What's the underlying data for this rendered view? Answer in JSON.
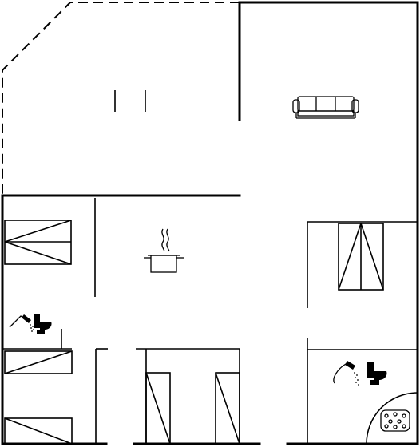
{
  "plan": {
    "background": "#ffffff",
    "line_color": "#000000",
    "rooms": [
      {
        "id": "living-area",
        "icon": "sofa-icon"
      },
      {
        "id": "kitchen",
        "icon": "cooking-pot-icon"
      },
      {
        "id": "toilet-left",
        "icons": [
          "shower-icon",
          "toilet-icon"
        ]
      },
      {
        "id": "bathroom-right",
        "icons": [
          "shower-icon",
          "toilet-icon",
          "whirlpool-tub-icon"
        ]
      },
      {
        "id": "bedroom-top-left",
        "icon": "double-bed-icon"
      },
      {
        "id": "bedroom-top-right",
        "icon": "double-bed-icon"
      },
      {
        "id": "bedroom-bottom-left",
        "icon": "single-bed-icon"
      },
      {
        "id": "bedroom-bottom-middle",
        "icon": "single-bed-icon"
      }
    ],
    "terrace": {
      "outline": "dashed",
      "icon": "door-marker-icon"
    }
  }
}
